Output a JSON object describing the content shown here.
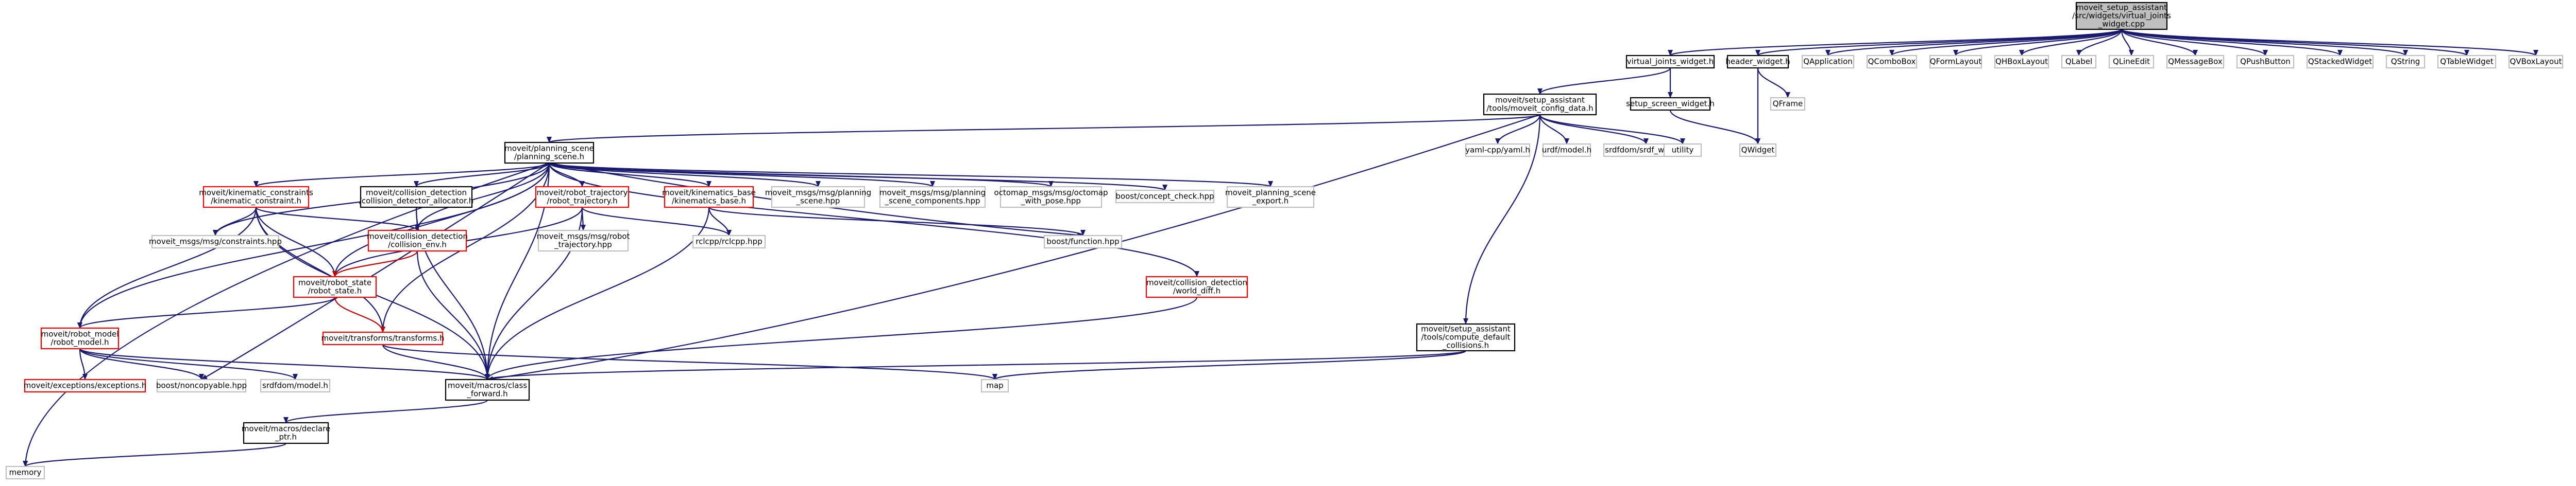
{
  "graph": {
    "colors": {
      "edge": "#191970",
      "edge_red": "#c00000",
      "root_fill": "#bfbfbf",
      "root_stroke": "#000000",
      "black_stroke": "#000000",
      "red_stroke": "#ff0000",
      "gray_stroke": "#bfbfbf"
    },
    "nodes": [
      {
        "id": "root",
        "kind": "root",
        "lines": [
          "moveit_setup_assistant",
          "/src/widgets/virtual_joints",
          "_widget.cpp"
        ]
      },
      {
        "id": "vjw",
        "kind": "black",
        "lines": [
          "virtual_joints_widget.h"
        ]
      },
      {
        "id": "hw",
        "kind": "black",
        "lines": [
          "header_widget.h"
        ]
      },
      {
        "id": "qapp",
        "kind": "gray",
        "lines": [
          "QApplication"
        ]
      },
      {
        "id": "qcombo",
        "kind": "gray",
        "lines": [
          "QComboBox"
        ]
      },
      {
        "id": "qform",
        "kind": "gray",
        "lines": [
          "QFormLayout"
        ]
      },
      {
        "id": "qhbox",
        "kind": "gray",
        "lines": [
          "QHBoxLayout"
        ]
      },
      {
        "id": "qlabel",
        "kind": "gray",
        "lines": [
          "QLabel"
        ]
      },
      {
        "id": "qline",
        "kind": "gray",
        "lines": [
          "QLineEdit"
        ]
      },
      {
        "id": "qmsg",
        "kind": "gray",
        "lines": [
          "QMessageBox"
        ]
      },
      {
        "id": "qpush",
        "kind": "gray",
        "lines": [
          "QPushButton"
        ]
      },
      {
        "id": "qstack",
        "kind": "gray",
        "lines": [
          "QStackedWidget"
        ]
      },
      {
        "id": "qstring",
        "kind": "gray",
        "lines": [
          "QString"
        ]
      },
      {
        "id": "qtable",
        "kind": "gray",
        "lines": [
          "QTableWidget"
        ]
      },
      {
        "id": "qvbox",
        "kind": "gray",
        "lines": [
          "QVBoxLayout"
        ]
      },
      {
        "id": "mcd",
        "kind": "black",
        "lines": [
          "moveit/setup_assistant",
          "/tools/moveit_config_data.h"
        ]
      },
      {
        "id": "ssw",
        "kind": "black",
        "lines": [
          "setup_screen_widget.h"
        ]
      },
      {
        "id": "qframe",
        "kind": "gray",
        "lines": [
          "QFrame"
        ]
      },
      {
        "id": "qwidget",
        "kind": "gray",
        "lines": [
          "QWidget"
        ]
      },
      {
        "id": "ps",
        "kind": "black",
        "lines": [
          "moveit/planning_scene",
          "/planning_scene.h"
        ]
      },
      {
        "id": "yaml",
        "kind": "gray",
        "lines": [
          "yaml-cpp/yaml.h"
        ]
      },
      {
        "id": "urdfmodel",
        "kind": "gray",
        "lines": [
          "urdf/model.h"
        ]
      },
      {
        "id": "srdfwriter",
        "kind": "gray",
        "lines": [
          "srdfdom/srdf_writer.h"
        ]
      },
      {
        "id": "utility",
        "kind": "gray",
        "lines": [
          "utility"
        ]
      },
      {
        "id": "kc",
        "kind": "red",
        "lines": [
          "moveit/kinematic_constraints",
          "/kinematic_constraint.h"
        ]
      },
      {
        "id": "cda",
        "kind": "black",
        "lines": [
          "moveit/collision_detection",
          "/collision_detector_allocator.h"
        ]
      },
      {
        "id": "rt",
        "kind": "red",
        "lines": [
          "moveit/robot_trajectory",
          "/robot_trajectory.h"
        ]
      },
      {
        "id": "kb",
        "kind": "red",
        "lines": [
          "moveit/kinematics_base",
          "/kinematics_base.h"
        ]
      },
      {
        "id": "mps",
        "kind": "gray",
        "lines": [
          "moveit_msgs/msg/planning",
          "_scene.hpp"
        ]
      },
      {
        "id": "mpsc",
        "kind": "gray",
        "lines": [
          "moveit_msgs/msg/planning",
          "_scene_components.hpp"
        ]
      },
      {
        "id": "octo",
        "kind": "gray",
        "lines": [
          "octomap_msgs/msg/octomap",
          "_with_pose.hpp"
        ]
      },
      {
        "id": "concept",
        "kind": "gray",
        "lines": [
          "boost/concept_check.hpp"
        ]
      },
      {
        "id": "pse",
        "kind": "gray",
        "lines": [
          "moveit_planning_scene",
          "_export.h"
        ]
      },
      {
        "id": "mmc",
        "kind": "gray",
        "lines": [
          "moveit_msgs/msg/constraints.hpp"
        ]
      },
      {
        "id": "cenv",
        "kind": "red",
        "lines": [
          "moveit/collision_detection",
          "/collision_env.h"
        ]
      },
      {
        "id": "mrt",
        "kind": "gray",
        "lines": [
          "moveit_msgs/msg/robot",
          "_trajectory.hpp"
        ]
      },
      {
        "id": "rclcpp",
        "kind": "gray",
        "lines": [
          "rclcpp/rclcpp.hpp"
        ]
      },
      {
        "id": "bfunc",
        "kind": "gray",
        "lines": [
          "boost/function.hpp"
        ]
      },
      {
        "id": "rs",
        "kind": "red",
        "lines": [
          "moveit/robot_state",
          "/robot_state.h"
        ]
      },
      {
        "id": "wd",
        "kind": "red",
        "lines": [
          "moveit/collision_detection",
          "/world_diff.h"
        ]
      },
      {
        "id": "rm",
        "kind": "red",
        "lines": [
          "moveit/robot_model",
          "/robot_model.h"
        ]
      },
      {
        "id": "tf",
        "kind": "red",
        "lines": [
          "moveit/transforms/transforms.h"
        ]
      },
      {
        "id": "cdc",
        "kind": "black",
        "lines": [
          "moveit/setup_assistant",
          "/tools/compute_default",
          "_collisions.h"
        ]
      },
      {
        "id": "exc",
        "kind": "red",
        "lines": [
          "moveit/exceptions/exceptions.h"
        ]
      },
      {
        "id": "noncopy",
        "kind": "gray",
        "lines": [
          "boost/noncopyable.hpp"
        ]
      },
      {
        "id": "srdfmodel",
        "kind": "gray",
        "lines": [
          "srdfdom/model.h"
        ]
      },
      {
        "id": "dcf",
        "kind": "black",
        "lines": [
          "moveit/macros/class",
          "_forward.h"
        ]
      },
      {
        "id": "map",
        "kind": "gray",
        "lines": [
          "map"
        ]
      },
      {
        "id": "dp",
        "kind": "black",
        "lines": [
          "moveit/macros/declare",
          "_ptr.h"
        ]
      },
      {
        "id": "memory",
        "kind": "gray",
        "lines": [
          "memory"
        ]
      }
    ]
  }
}
